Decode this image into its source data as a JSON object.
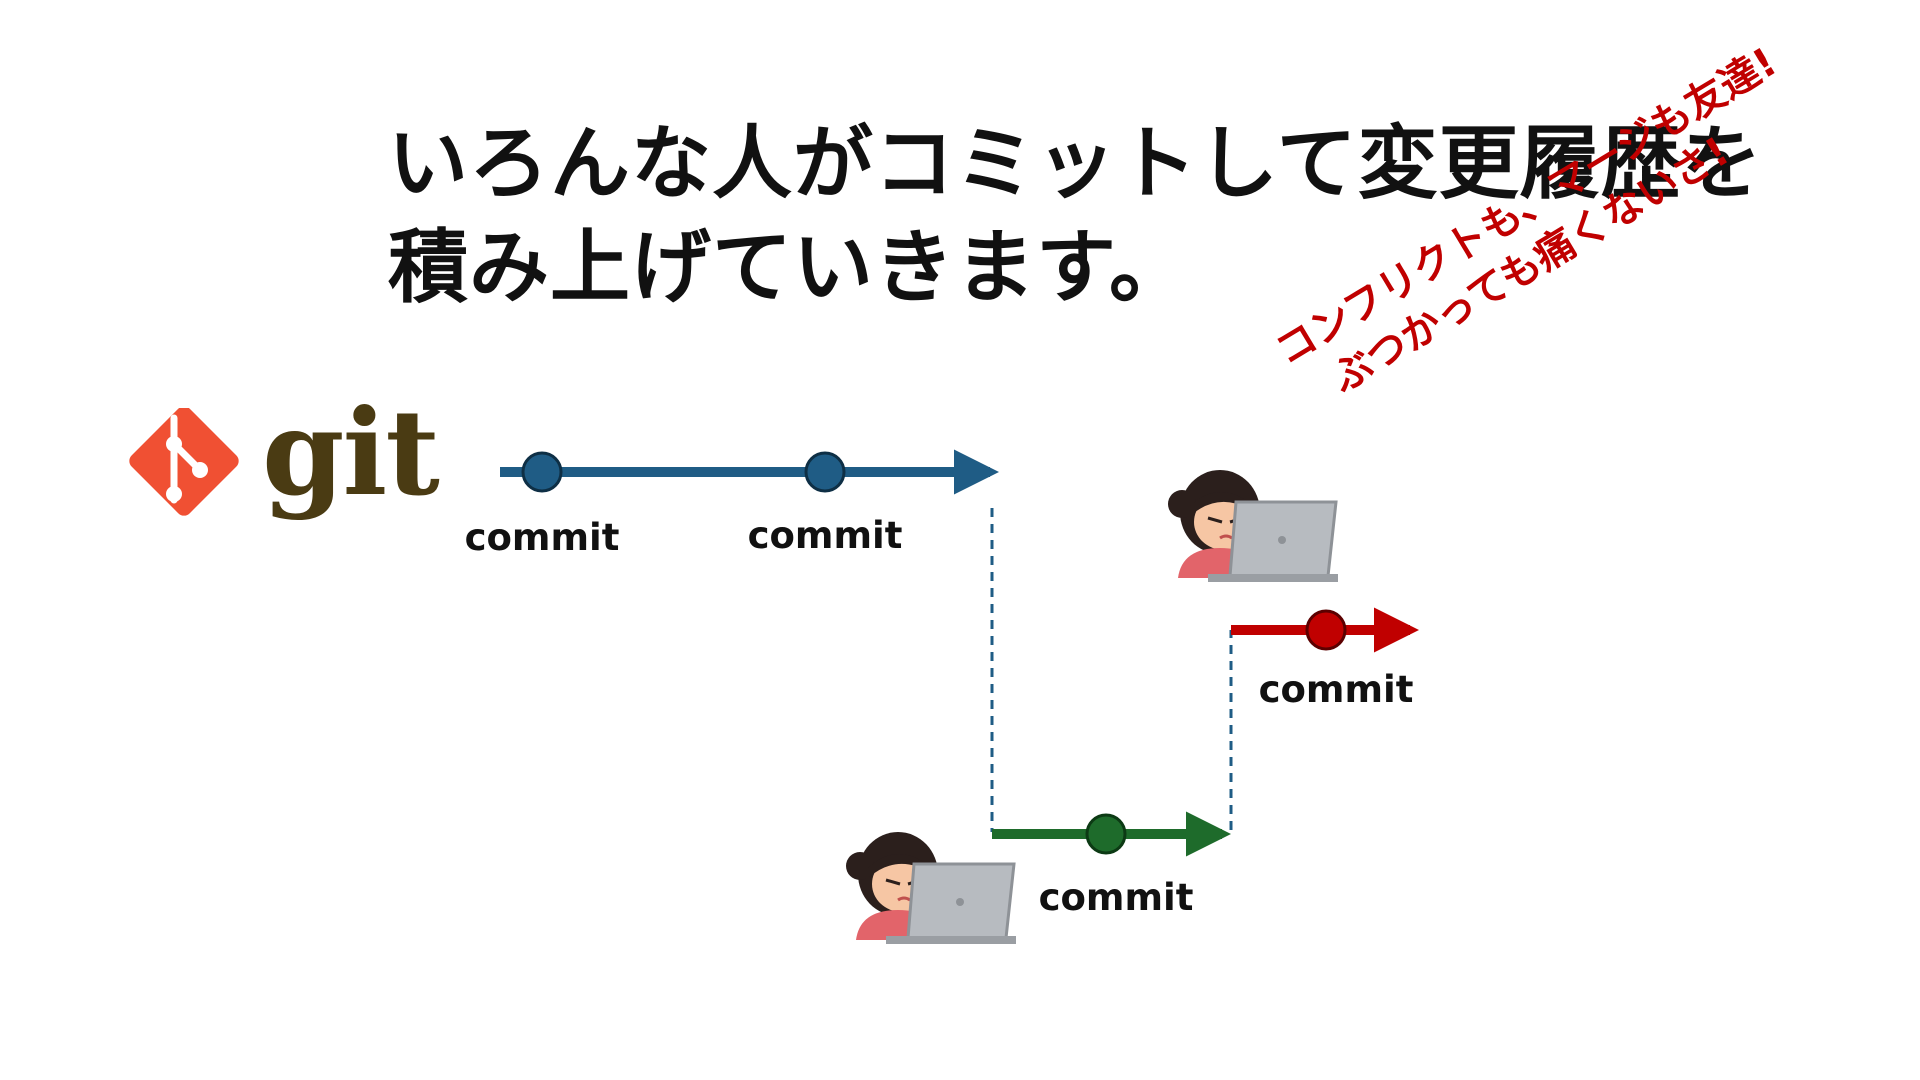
{
  "slide": {
    "title_lines": [
      "いろんな人がコミットして変更履歴を",
      "積み上げていきます。"
    ],
    "logo": {
      "icon": "git-diamond-icon",
      "wordmark": "git",
      "colors": {
        "diamond": "#f05033",
        "wordmark": "#4a3b13"
      }
    },
    "callout_lines": [
      "コンフリクトも、マージも友達!",
      "ぶつかっても痛くないさ!"
    ],
    "callout_color": "#c00000",
    "diagram": {
      "branches": [
        {
          "color": "#1f5c85",
          "commits": [
            "commit",
            "commit"
          ]
        },
        {
          "color": "#1e6b2b",
          "commits": [
            "commit"
          ]
        },
        {
          "color": "#c00000",
          "commits": [
            "commit"
          ]
        }
      ],
      "people": [
        "girl-with-laptop-icon",
        "girl-with-laptop-icon"
      ]
    }
  }
}
